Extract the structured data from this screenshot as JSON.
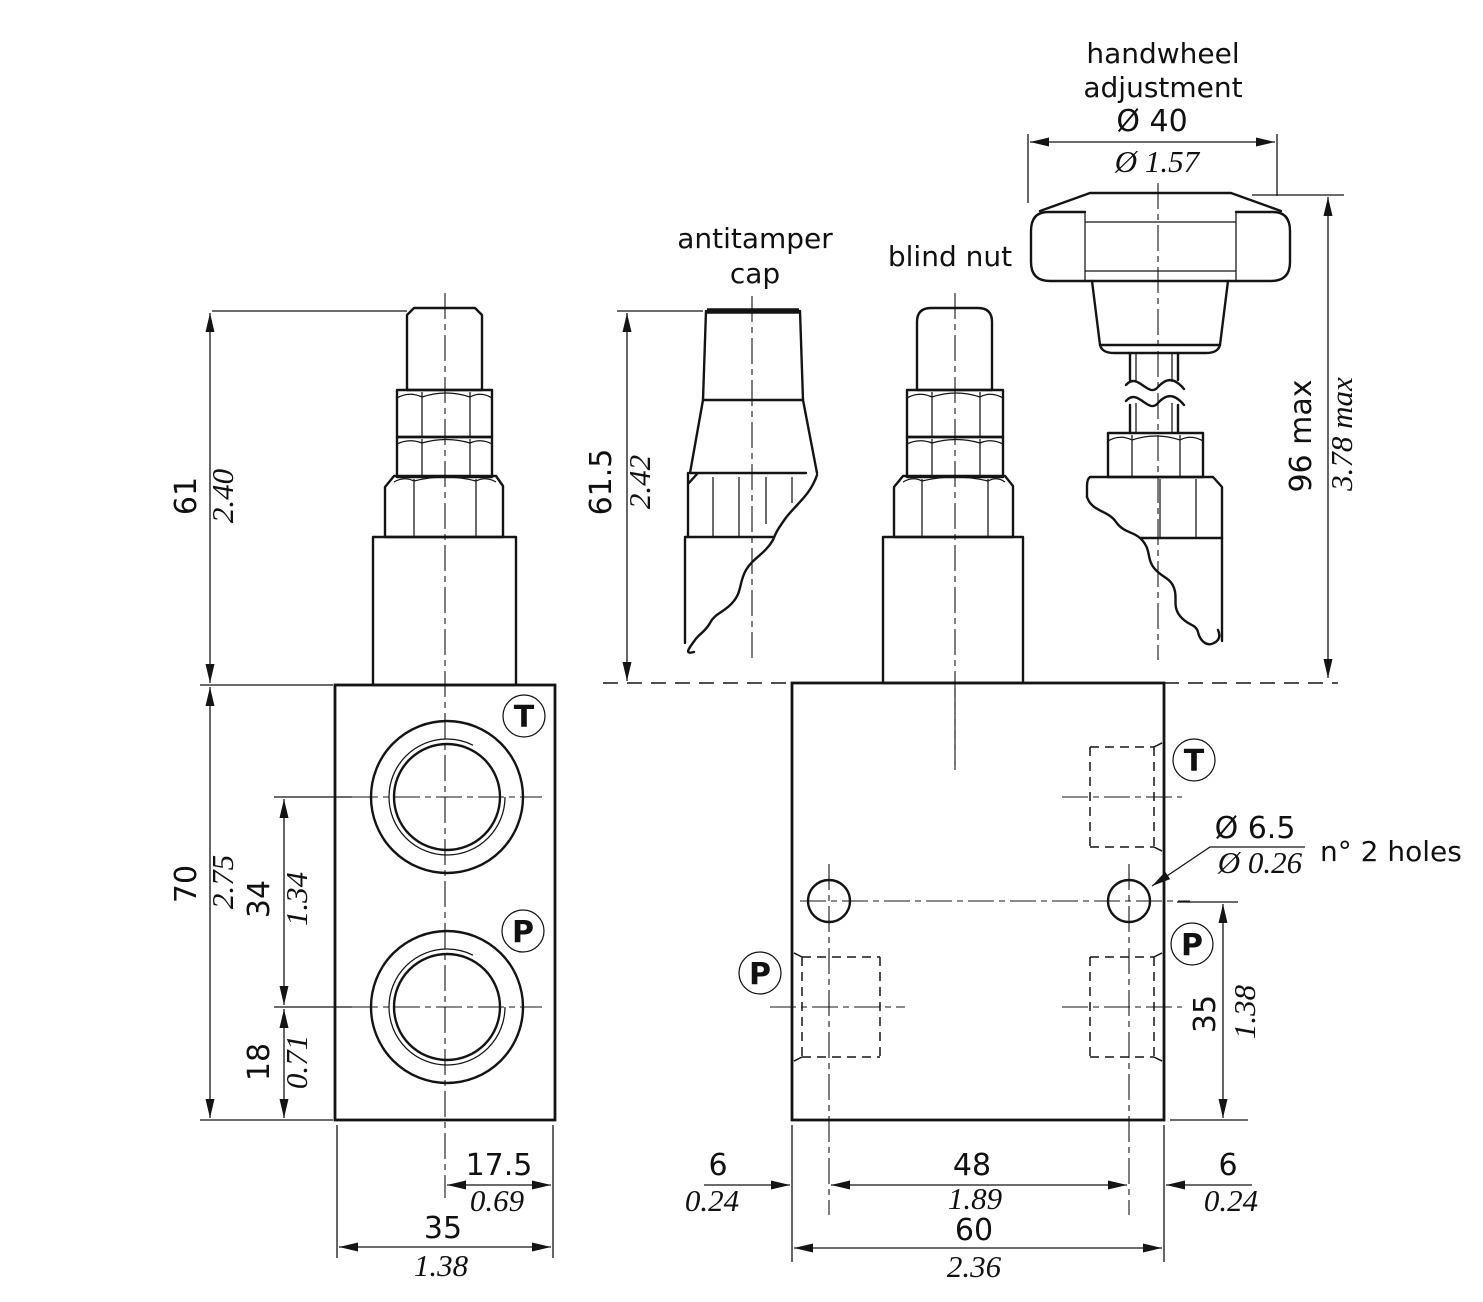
{
  "labels": {
    "handwheel_line1": "handwheel",
    "handwheel_line2": "adjustment",
    "antitamper_line1": "antitamper",
    "antitamper_line2": "cap",
    "blind_nut": "blind nut",
    "holes_note": "n° 2 holes",
    "port_t": "T",
    "port_p": "P"
  },
  "dims": {
    "stem_height": {
      "mm": "61",
      "in": "2.40"
    },
    "cap_height": {
      "mm": "61.5",
      "in": "2.42"
    },
    "body_height": {
      "mm": "70",
      "in": "2.75"
    },
    "port_spacing": {
      "mm": "34",
      "in": "1.34"
    },
    "port_offset": {
      "mm": "18",
      "in": "0.71"
    },
    "half_width": {
      "mm": "17.5",
      "in": "0.69"
    },
    "body_width": {
      "mm": "35",
      "in": "1.38"
    },
    "handwheel_dia": {
      "mm": "Ø 40",
      "in": "Ø 1.57"
    },
    "max_height": {
      "mm": "96 max",
      "in": "3.78 max"
    },
    "hole_dia": {
      "mm": "Ø 6.5",
      "in": "Ø 0.26"
    },
    "hole_height": {
      "mm": "35",
      "in": "1.38"
    },
    "edge_left": {
      "mm": "6",
      "in": "0.24"
    },
    "hole_spacing": {
      "mm": "48",
      "in": "1.89"
    },
    "edge_right": {
      "mm": "6",
      "in": "0.24"
    },
    "overall_width": {
      "mm": "60",
      "in": "2.36"
    }
  }
}
